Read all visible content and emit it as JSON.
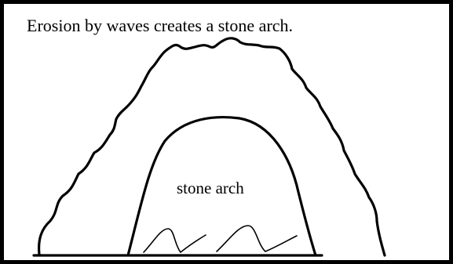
{
  "caption": "Erosion by waves creates a stone arch.",
  "inner_label": "stone arch",
  "colors": {
    "ink": "#000000",
    "background": "#ffffff"
  },
  "icons": {
    "outer_outline": "rough-rock-outline",
    "inner_opening": "arch-opening",
    "waves": "wave-squiggles"
  }
}
